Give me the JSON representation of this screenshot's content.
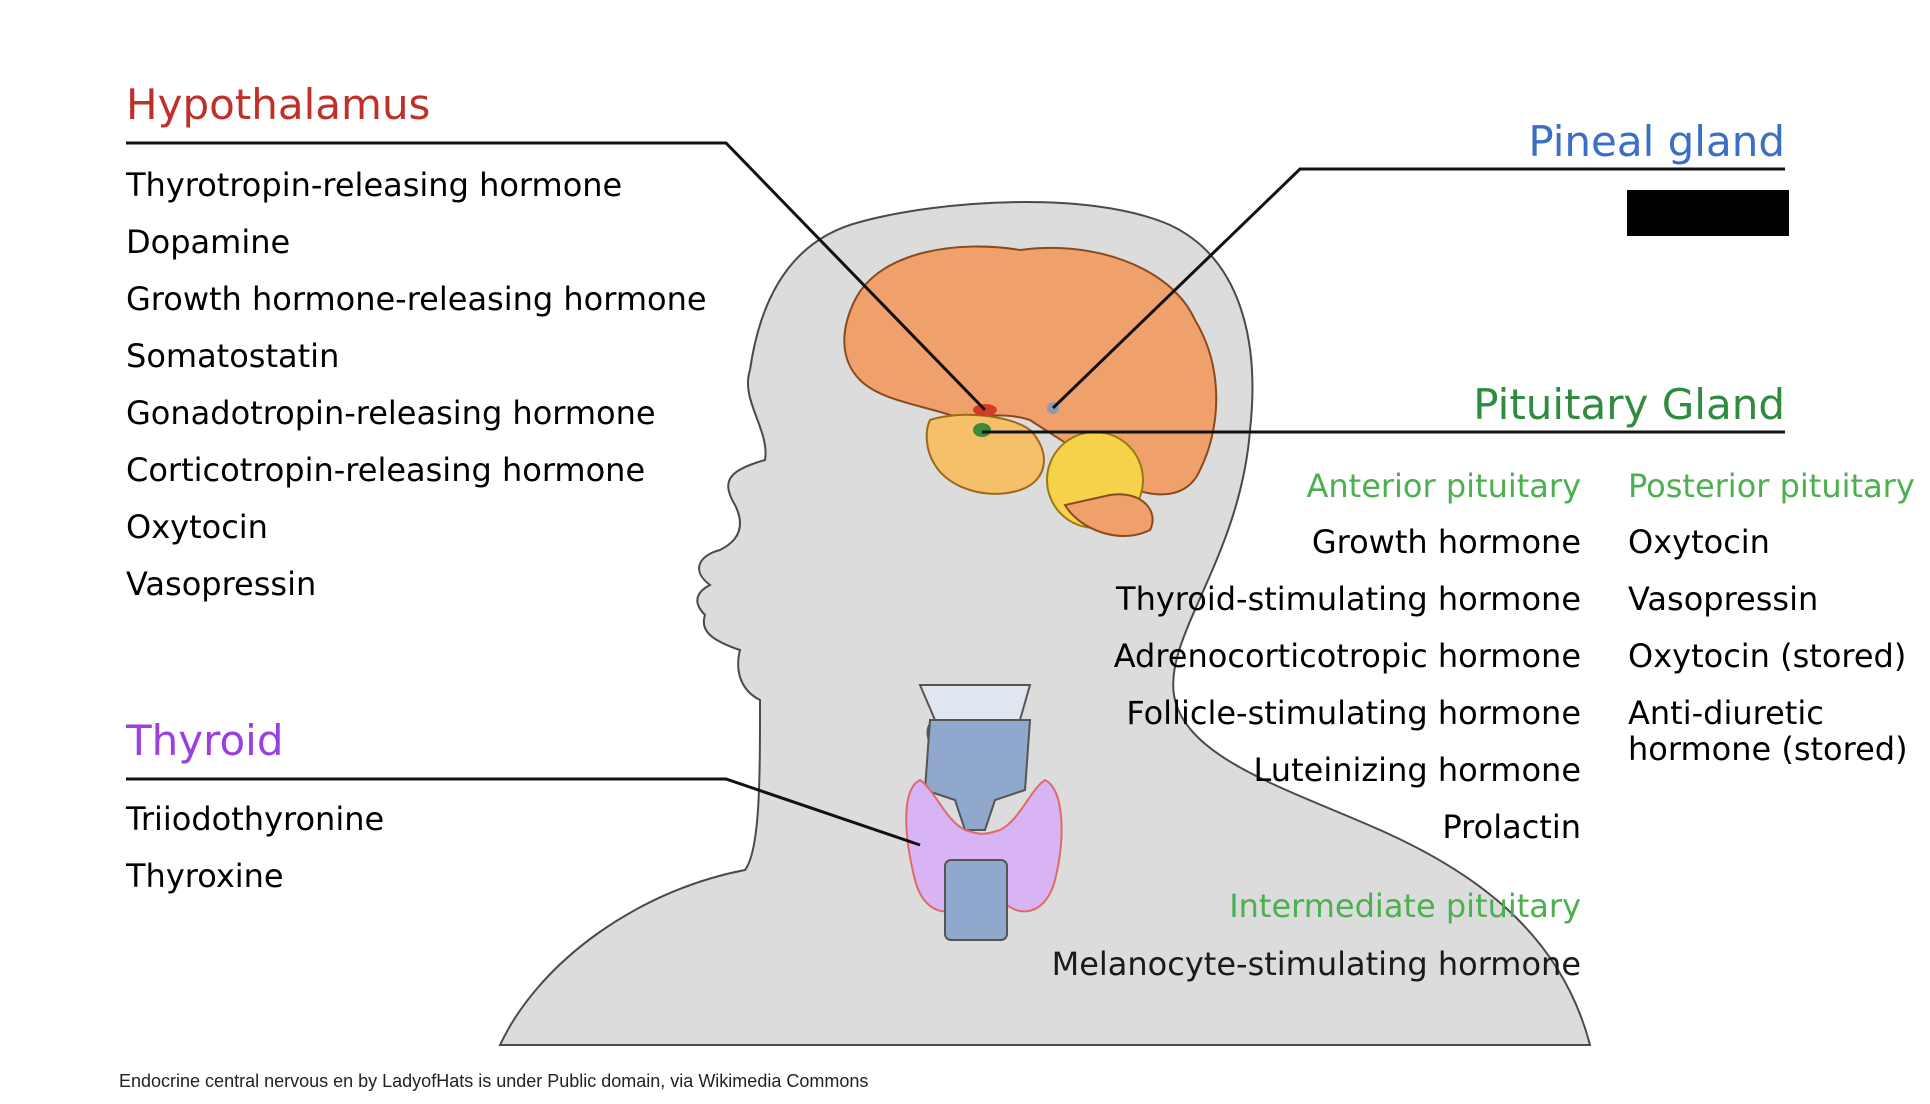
{
  "hypothalamus": {
    "title": "Hypothalamus",
    "color": "#c0302b",
    "hormones": [
      "Thyrotropin-releasing hormone",
      "Dopamine",
      "Growth hormone-releasing hormone",
      "Somatostatin",
      "Gonadotropin-releasing hormone",
      "Corticotropin-releasing hormone",
      "Oxytocin",
      "Vasopressin"
    ]
  },
  "pineal": {
    "title": "Pineal gland",
    "color": "#3a6fc4",
    "redacted": true
  },
  "pituitary": {
    "title": "Pituitary Gland",
    "color": "#2e8b3f",
    "subcolor": "#4caf50",
    "anterior": {
      "title": "Anterior pituitary",
      "hormones": [
        "Growth hormone",
        "Thyroid-stimulating hormone",
        "Adrenocorticotropic hormone",
        "Follicle-stimulating hormone",
        "Luteinizing hormone",
        "Prolactin"
      ]
    },
    "posterior": {
      "title": "Posterior pituitary",
      "hormones": [
        "Oxytocin",
        "Vasopressin",
        "Oxytocin (stored)",
        "Anti-diuretic",
        "hormone (stored)"
      ]
    },
    "intermediate": {
      "title": "Intermediate pituitary",
      "hormones": [
        "Melanocyte-stimulating hormone"
      ]
    }
  },
  "thyroid": {
    "title": "Thyroid",
    "color": "#9b3fe0",
    "hormones": [
      "Triiodothyronine",
      "Thyroxine"
    ]
  },
  "caption": "Endocrine central nervous en by LadyofHats is under Public domain, via Wikimedia Commons"
}
